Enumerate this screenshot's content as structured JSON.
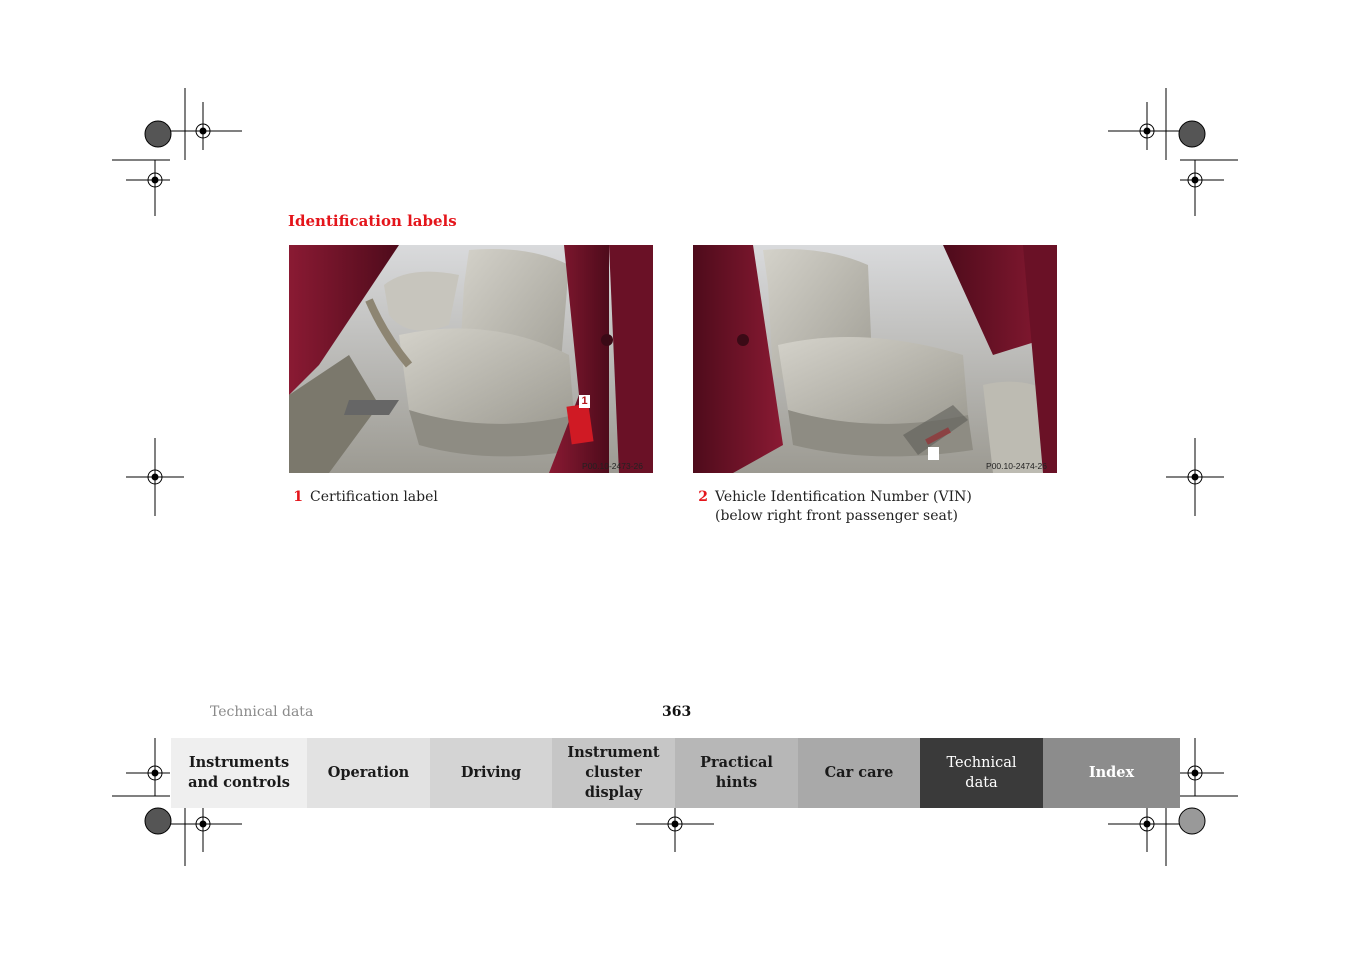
{
  "section_title": "Identification labels",
  "figures": [
    {
      "code": "P00.10-2473-26",
      "callout": "1"
    },
    {
      "code": "P00.10-2474-26",
      "callout": ""
    }
  ],
  "captions": [
    {
      "num": "1",
      "lines": [
        "Certification label"
      ]
    },
    {
      "num": "2",
      "lines": [
        "Vehicle Identification Number (VIN)",
        "(below right front passenger seat)"
      ]
    }
  ],
  "footer": {
    "section": "Technical data",
    "page_number": "363"
  },
  "nav_tabs": [
    {
      "label_lines": [
        "Instruments",
        "and controls"
      ],
      "bg": "#efefef"
    },
    {
      "label_lines": [
        "Operation"
      ],
      "bg": "#e2e2e2"
    },
    {
      "label_lines": [
        "Driving"
      ],
      "bg": "#d4d4d4"
    },
    {
      "label_lines": [
        "Instrument",
        "cluster display"
      ],
      "bg": "#c6c6c6"
    },
    {
      "label_lines": [
        "Practical hints"
      ],
      "bg": "#b7b7b7"
    },
    {
      "label_lines": [
        "Car care"
      ],
      "bg": "#a9a9a9"
    },
    {
      "label_lines": [
        "Technical",
        "data"
      ],
      "bg": "#3a3a3a",
      "active": true
    },
    {
      "label_lines": [
        "Index"
      ],
      "bg": "#8c8c8c"
    }
  ],
  "colors": {
    "accent_red": "#e4151b",
    "car_body": "#6e1228",
    "seat": "#b8b6ad"
  }
}
